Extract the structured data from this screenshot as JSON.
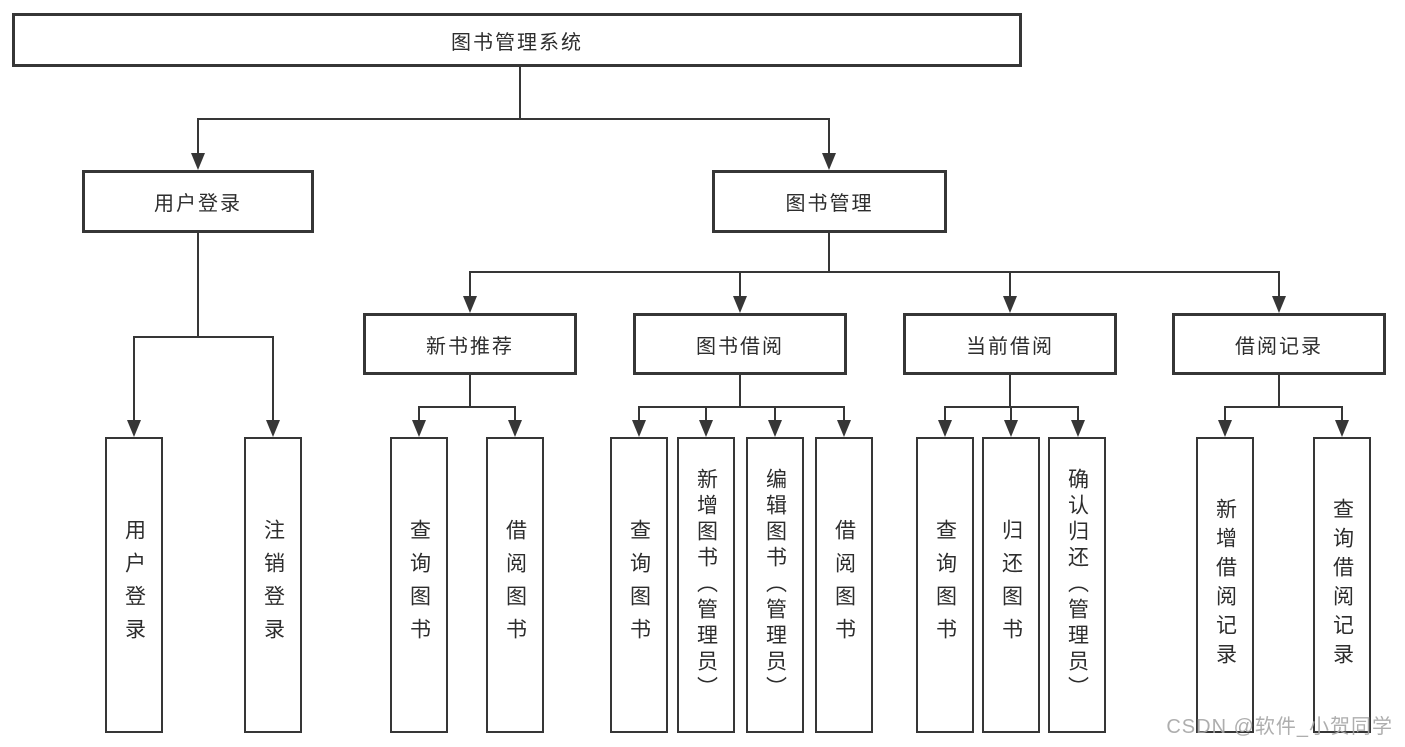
{
  "tree": {
    "root": "图书管理系统",
    "branches": [
      {
        "label": "用户登录",
        "children": [
          "用户登录",
          "注销登录"
        ]
      },
      {
        "label": "图书管理",
        "children": [
          {
            "label": "新书推荐",
            "children": [
              "查询图书",
              "借阅图书"
            ]
          },
          {
            "label": "图书借阅",
            "children": [
              "查询图书",
              "新增图书（管理员）",
              "编辑图书（管理员）",
              "借阅图书"
            ]
          },
          {
            "label": "当前借阅",
            "children": [
              "查询图书",
              "归还图书",
              "确认归还（管理员）"
            ]
          },
          {
            "label": "借阅记录",
            "children": [
              "新增借阅记录",
              "查询借阅记录"
            ]
          }
        ]
      }
    ]
  },
  "watermark": {
    "text": "CSDN @软件_小贺同学"
  },
  "colors": {
    "line": "#363636",
    "box_border": "#363636",
    "text": "#2d2d2d",
    "watermark": "#a5a5a5",
    "background": "#ffffff"
  }
}
